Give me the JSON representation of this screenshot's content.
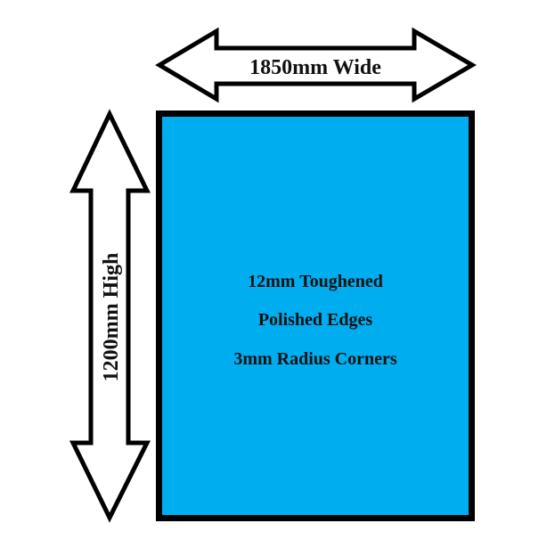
{
  "diagram": {
    "width_label": "1850mm Wide",
    "height_label": "1200mm High",
    "panel": {
      "fill_color": "#00adef",
      "border_color": "#000000",
      "spec_lines": [
        "12mm Toughened",
        "Polished Edges",
        "3mm Radius Corners"
      ]
    },
    "arrow_fill": "#ffffff",
    "arrow_stroke": "#000000"
  }
}
